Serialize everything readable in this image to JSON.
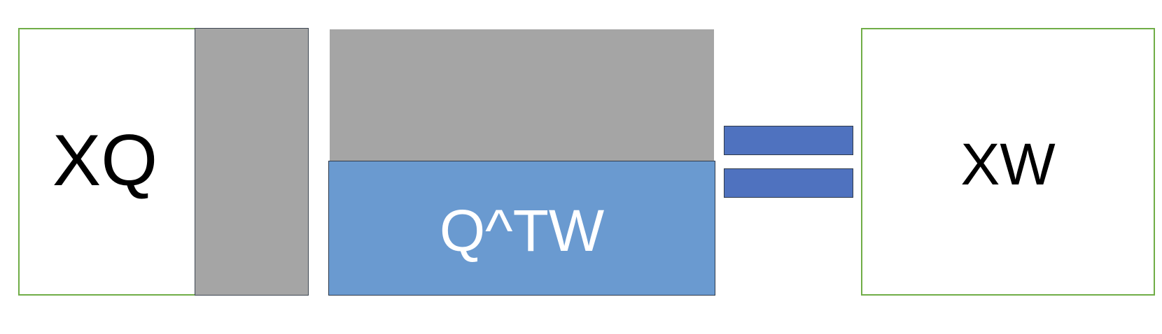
{
  "diagram": {
    "left_block": {
      "label": "XQ"
    },
    "middle_block": {
      "label": "Q^TW"
    },
    "operator": {
      "symbol": "equals"
    },
    "right_block": {
      "label": "XW"
    }
  },
  "colors": {
    "outline_green": "#70ad47",
    "gray_fill": "#a5a5a5",
    "blue_fill": "#6a9ad0",
    "equals_blue": "#4f72bf",
    "text_dark": "#000000",
    "text_light": "#ffffff"
  }
}
